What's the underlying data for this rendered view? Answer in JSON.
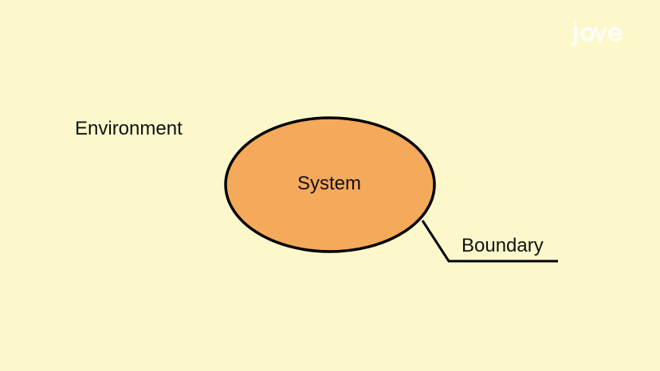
{
  "diagram": {
    "environment_label": "Environment",
    "system_label": "System",
    "boundary_label": "Boundary"
  },
  "logo": {
    "text": "jove"
  },
  "colors": {
    "background": "#fcf8cc",
    "system_fill": "#f5a95a",
    "stroke": "#000000",
    "text": "#111111"
  }
}
